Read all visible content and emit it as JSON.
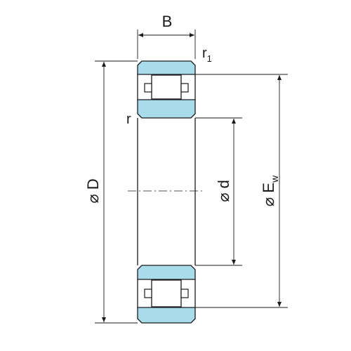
{
  "diagram": {
    "colors": {
      "ring_fill": "#a8dcea",
      "outline": "#1a1a1a",
      "dim_line": "#1a1a1a",
      "background": "#ffffff"
    },
    "labels": {
      "width": "B",
      "chamfer_outer": "r",
      "chamfer_outer_sub": "1",
      "chamfer_inner": "r",
      "outer_diameter": "⌀ D",
      "bore_diameter": "⌀ d",
      "raceway_diameter": "⌀ E",
      "raceway_diameter_sub": "w"
    }
  }
}
